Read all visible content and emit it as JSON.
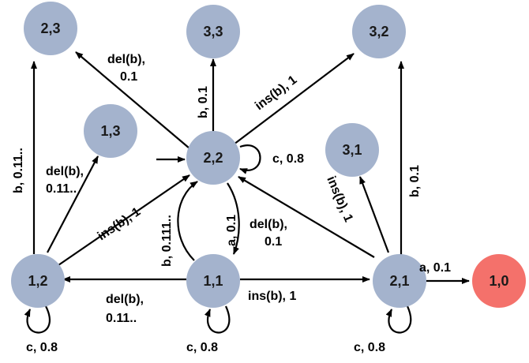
{
  "colors": {
    "node_fill": "#a4b3cd",
    "accept_fill": "#f4716b",
    "edge": "#000000",
    "text": "#000000"
  },
  "nodes": {
    "n23": "2,3",
    "n33": "3,3",
    "n32": "3,2",
    "n13": "1,3",
    "n22": "2,2",
    "n31": "3,1",
    "n12": "1,2",
    "n11": "1,1",
    "n21": "2,1",
    "n10": "1,0"
  },
  "edges": {
    "e22_23": {
      "line1": "del(b),",
      "line2": "0.1"
    },
    "e22_33": "b, 0.1",
    "e22_32": "ins(b), 1",
    "e22_self": "c, 0.8",
    "e12_23": "b, 0.11..",
    "e12_13": {
      "line1": "del(b),",
      "line2": "0.11.."
    },
    "e12_22": "ins(b), 1",
    "e11_22": "b, 0.111..",
    "e22_11": "a, 0.1",
    "e21_22": {
      "line1": "del(b),",
      "line2": "0.1"
    },
    "e21_31": "ins(b), 1",
    "e21_32": "b, 0.1",
    "e11_12": {
      "line1": "del(b),",
      "line2": "0.11.."
    },
    "e11_21": "ins(b), 1",
    "e21_10": "a, 0.1",
    "self_12": "c, 0.8",
    "self_11": "c, 0.8",
    "self_21": "c, 0.8"
  }
}
